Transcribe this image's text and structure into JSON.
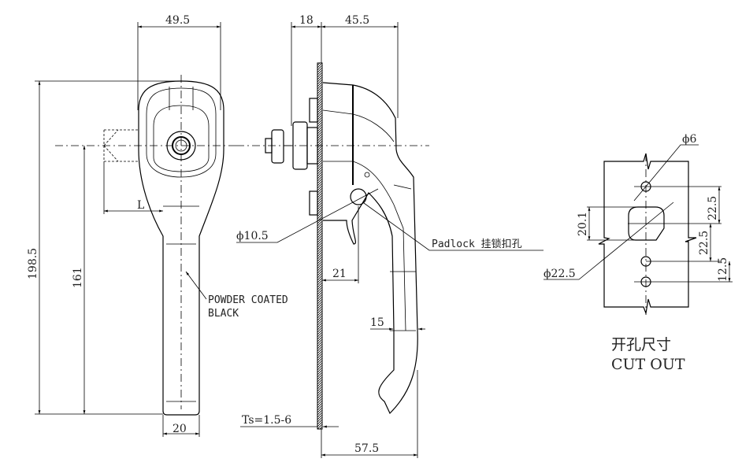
{
  "front_view": {
    "width_dim": "49.5",
    "height_total_dim": "198.5",
    "height_to_center_dim": "161",
    "offset_label": "L",
    "shaft_width_dim": "20",
    "finish_note_line1": "POWDER COATED",
    "finish_note_line2": "BLACK"
  },
  "side_view": {
    "back_depth_dim": "18",
    "front_depth_dim": "45.5",
    "hole_dia_label": "ϕ10.5",
    "padlock_label": "Padlock 挂锁扣孔",
    "dim_21": "21",
    "dim_15": "15",
    "panel_thickness_label": "Ts=1.5-6",
    "overall_depth_dim": "57.5"
  },
  "cutout": {
    "small_hole_label": "ϕ6",
    "large_hole_label": "ϕ22.5",
    "square_height_dim": "20.1",
    "dim_upper": "22.5",
    "dim_lower": "22.5",
    "dim_bottom": "12.5",
    "title_cn": "开孔尺寸",
    "title_en": "CUT OUT"
  }
}
